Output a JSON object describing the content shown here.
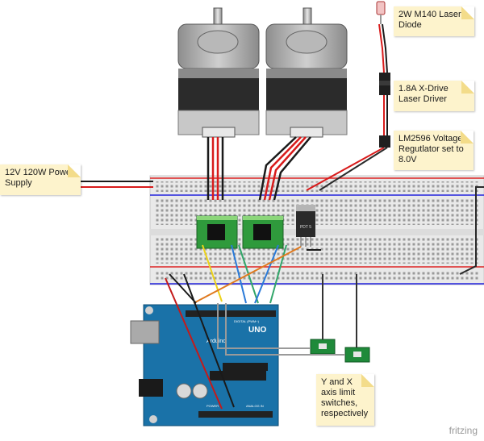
{
  "notes": {
    "laser_diode": "2W M140 Laser Diode",
    "laser_driver": "1.8A X-Drive Laser Driver",
    "regulator": "LM2596 Voltage Regutlator set to 8.0V",
    "power_supply": "12V 120W Power Supply",
    "limit_switches": "Y and X axis limit switches, respectively"
  },
  "board_labels": {
    "arduino_logo": "UNO",
    "arduino_brand": "Arduino",
    "digital_header": "DIGITAL (PWM~)",
    "power_header": "POWER",
    "analog_header": "ANALOG IN",
    "regulator_chip": "PDT 5"
  },
  "watermark": "fritzing"
}
